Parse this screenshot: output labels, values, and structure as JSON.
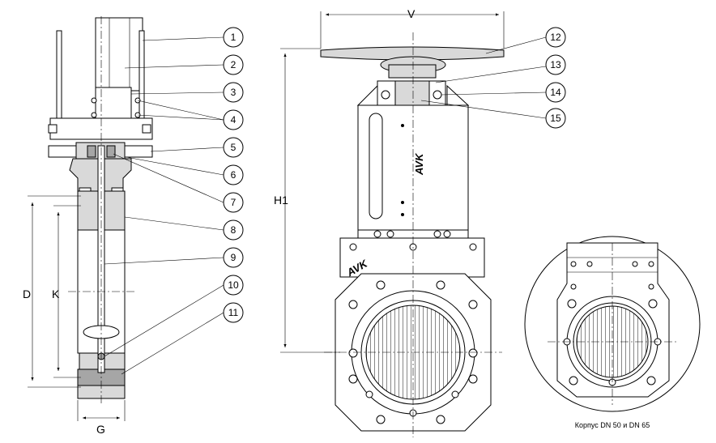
{
  "dimensions": {
    "V": "V",
    "H1": "H1",
    "D": "D",
    "K": "K",
    "G": "G"
  },
  "callouts": [
    "1",
    "2",
    "3",
    "4",
    "5",
    "6",
    "7",
    "8",
    "9",
    "10",
    "11",
    "12",
    "13",
    "14",
    "15"
  ],
  "logo_text": "AVK",
  "caption": "Корпус DN 50 и DN 65"
}
